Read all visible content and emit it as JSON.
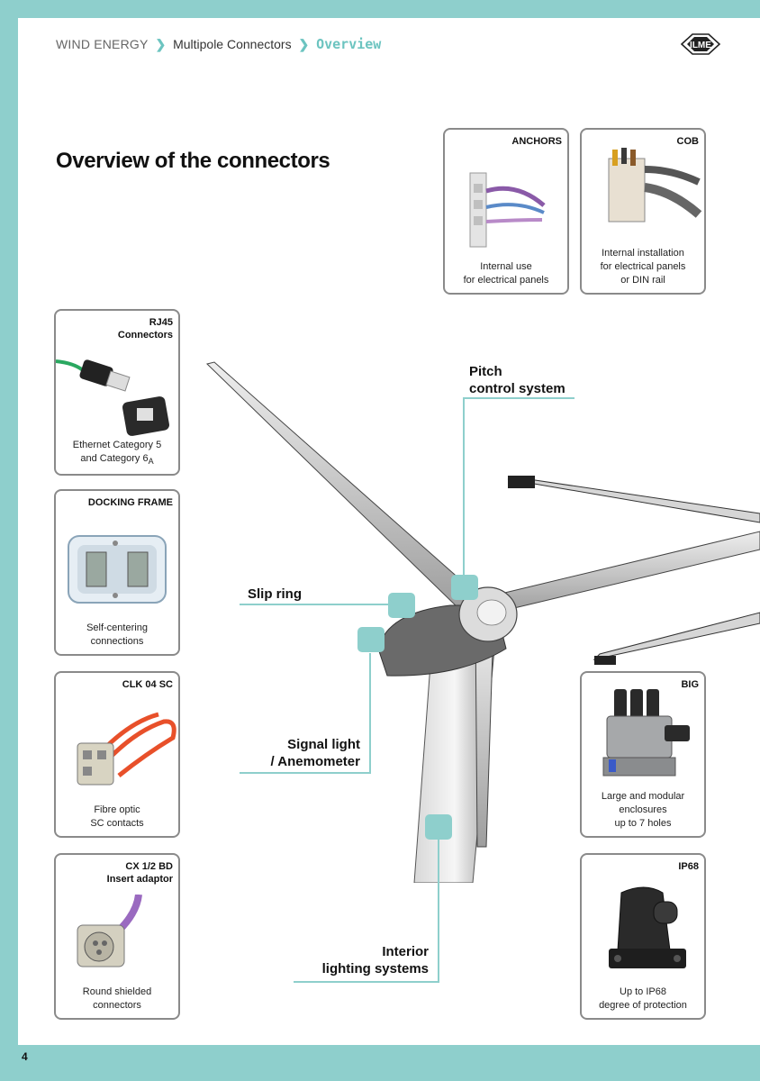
{
  "breadcrumb": {
    "section": "WIND ENERGY",
    "separator": "❯",
    "category": "Multipole Connectors",
    "current": "Overview"
  },
  "logo": {
    "text": "ILME"
  },
  "page": {
    "title": "Overview of the connectors",
    "number": "4"
  },
  "cards": {
    "anchors": {
      "title": "ANCHORS",
      "desc": "Internal use\nfor electrical panels"
    },
    "cob": {
      "title": "COB",
      "desc": "Internal installation\nfor electrical panels\nor DIN rail"
    },
    "rj45": {
      "title": "RJ45\nConnectors",
      "desc_line1": "Ethernet Category 5",
      "desc_line2": "and Category 6",
      "desc_sub": "A"
    },
    "docking": {
      "title": "DOCKING FRAME",
      "desc": "Self-centering\nconnections"
    },
    "clk": {
      "title": "CLK 04 SC",
      "desc": "Fibre optic\nSC contacts"
    },
    "cx": {
      "title": "CX 1/2 BD\nInsert adaptor",
      "desc": "Round shielded\nconnectors"
    },
    "big": {
      "title": "BIG",
      "desc": "Large and modular\nenclosures\nup to 7 holes"
    },
    "ip68": {
      "title": "IP68",
      "desc": "Up to IP68\ndegree of protection"
    }
  },
  "callouts": {
    "pitch": "Pitch\ncontrol system",
    "slip": "Slip ring",
    "signal": "Signal light\n/ Anemometer",
    "interior": "Interior\nlighting systems"
  },
  "colors": {
    "accent": "#8ecfcc",
    "border": "#8a8a8a"
  }
}
